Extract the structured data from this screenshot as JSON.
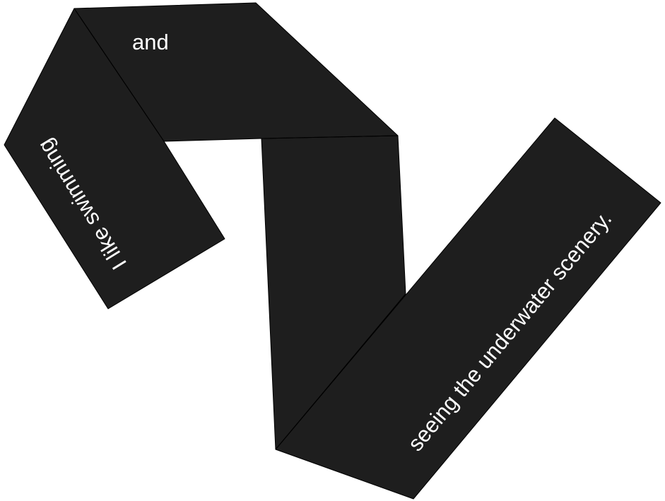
{
  "colors": {
    "background": "#ffffff",
    "ribbon_fill": "#1e1e1e",
    "ribbon_edge": "#000000",
    "text": "#ffffff"
  },
  "ribbon": {
    "segments": [
      {
        "text": "I like swimming"
      },
      {
        "text": "and"
      },
      {
        "text": ""
      },
      {
        "text": "seeing the underwater scenery."
      }
    ]
  }
}
